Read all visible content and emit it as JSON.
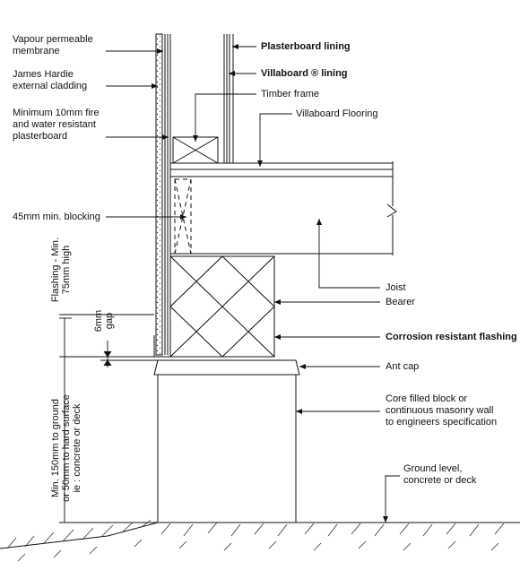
{
  "labels": {
    "vapour": [
      "Vapour permeable",
      "membrane"
    ],
    "cladding": [
      "James Hardie",
      "external cladding"
    ],
    "plasterboard_fire": [
      "Minimum 10mm fire",
      "and water resistant",
      "plasterboard"
    ],
    "plasterboard_lining": "Plasterboard lining",
    "villaboard_lining": "Villaboard ® lining",
    "timber_frame": "Timber frame",
    "villaboard_flooring": "Villaboard Flooring",
    "blocking": "45mm min. blocking",
    "joist": "Joist",
    "bearer": "Bearer",
    "flashing": "Corrosion resistant flashing",
    "ant_cap": "Ant cap",
    "masonry": [
      "Core filled block or",
      "continuous masonry wall",
      "to engineers specification"
    ],
    "ground": [
      "Ground level,",
      "concrete or deck"
    ],
    "flashing_height": [
      "Flashing - Min.",
      "75mm high"
    ],
    "gap": [
      "6mm",
      "gap"
    ],
    "clearance": [
      "Min. 150mm to ground",
      "or 50mm to hard surface",
      "ie : concrete or deck"
    ]
  }
}
